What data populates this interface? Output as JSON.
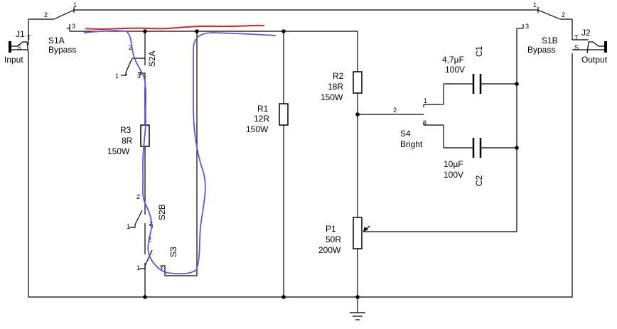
{
  "jacks": {
    "j1": {
      "ref": "J1",
      "pin_t": "T",
      "pin_s": "S",
      "caption": "Input"
    },
    "j2": {
      "ref": "J2",
      "pin_t": "T",
      "pin_s": "S",
      "caption": "Output"
    }
  },
  "switches": {
    "s1a": {
      "ref": "S1A",
      "name": "Bypass",
      "pins": [
        "1",
        "2",
        "3"
      ]
    },
    "s1b": {
      "ref": "S1B",
      "name": "Bypass",
      "pins": [
        "1",
        "2",
        "3"
      ]
    },
    "s2a": {
      "ref": "S2A",
      "pins": [
        "1",
        "2",
        "3"
      ]
    },
    "s2b": {
      "ref": "S2B",
      "pins": [
        "1",
        "2",
        "3"
      ]
    },
    "s3": {
      "ref": "S3",
      "pins": [
        "1",
        "2",
        "3"
      ]
    },
    "s4": {
      "ref": "S4",
      "name": "Bright",
      "pins": [
        "1",
        "2",
        "3"
      ]
    }
  },
  "resistors": {
    "r1": {
      "ref": "R1",
      "value": "12R",
      "power": "150W"
    },
    "r2": {
      "ref": "R2",
      "value": "18R",
      "power": "150W"
    },
    "r3": {
      "ref": "R3",
      "value": "8R",
      "power": "150W"
    },
    "p1": {
      "ref": "P1",
      "value": "50R",
      "power": "200W"
    }
  },
  "capacitors": {
    "c1": {
      "ref": "C1",
      "value": "4,7µF",
      "voltage": "100V"
    },
    "c2": {
      "ref": "C2",
      "value": "10µF",
      "voltage": "100V"
    }
  },
  "annotations": {
    "red_color": "#e0201c",
    "blue_color": "#5a5adc"
  }
}
